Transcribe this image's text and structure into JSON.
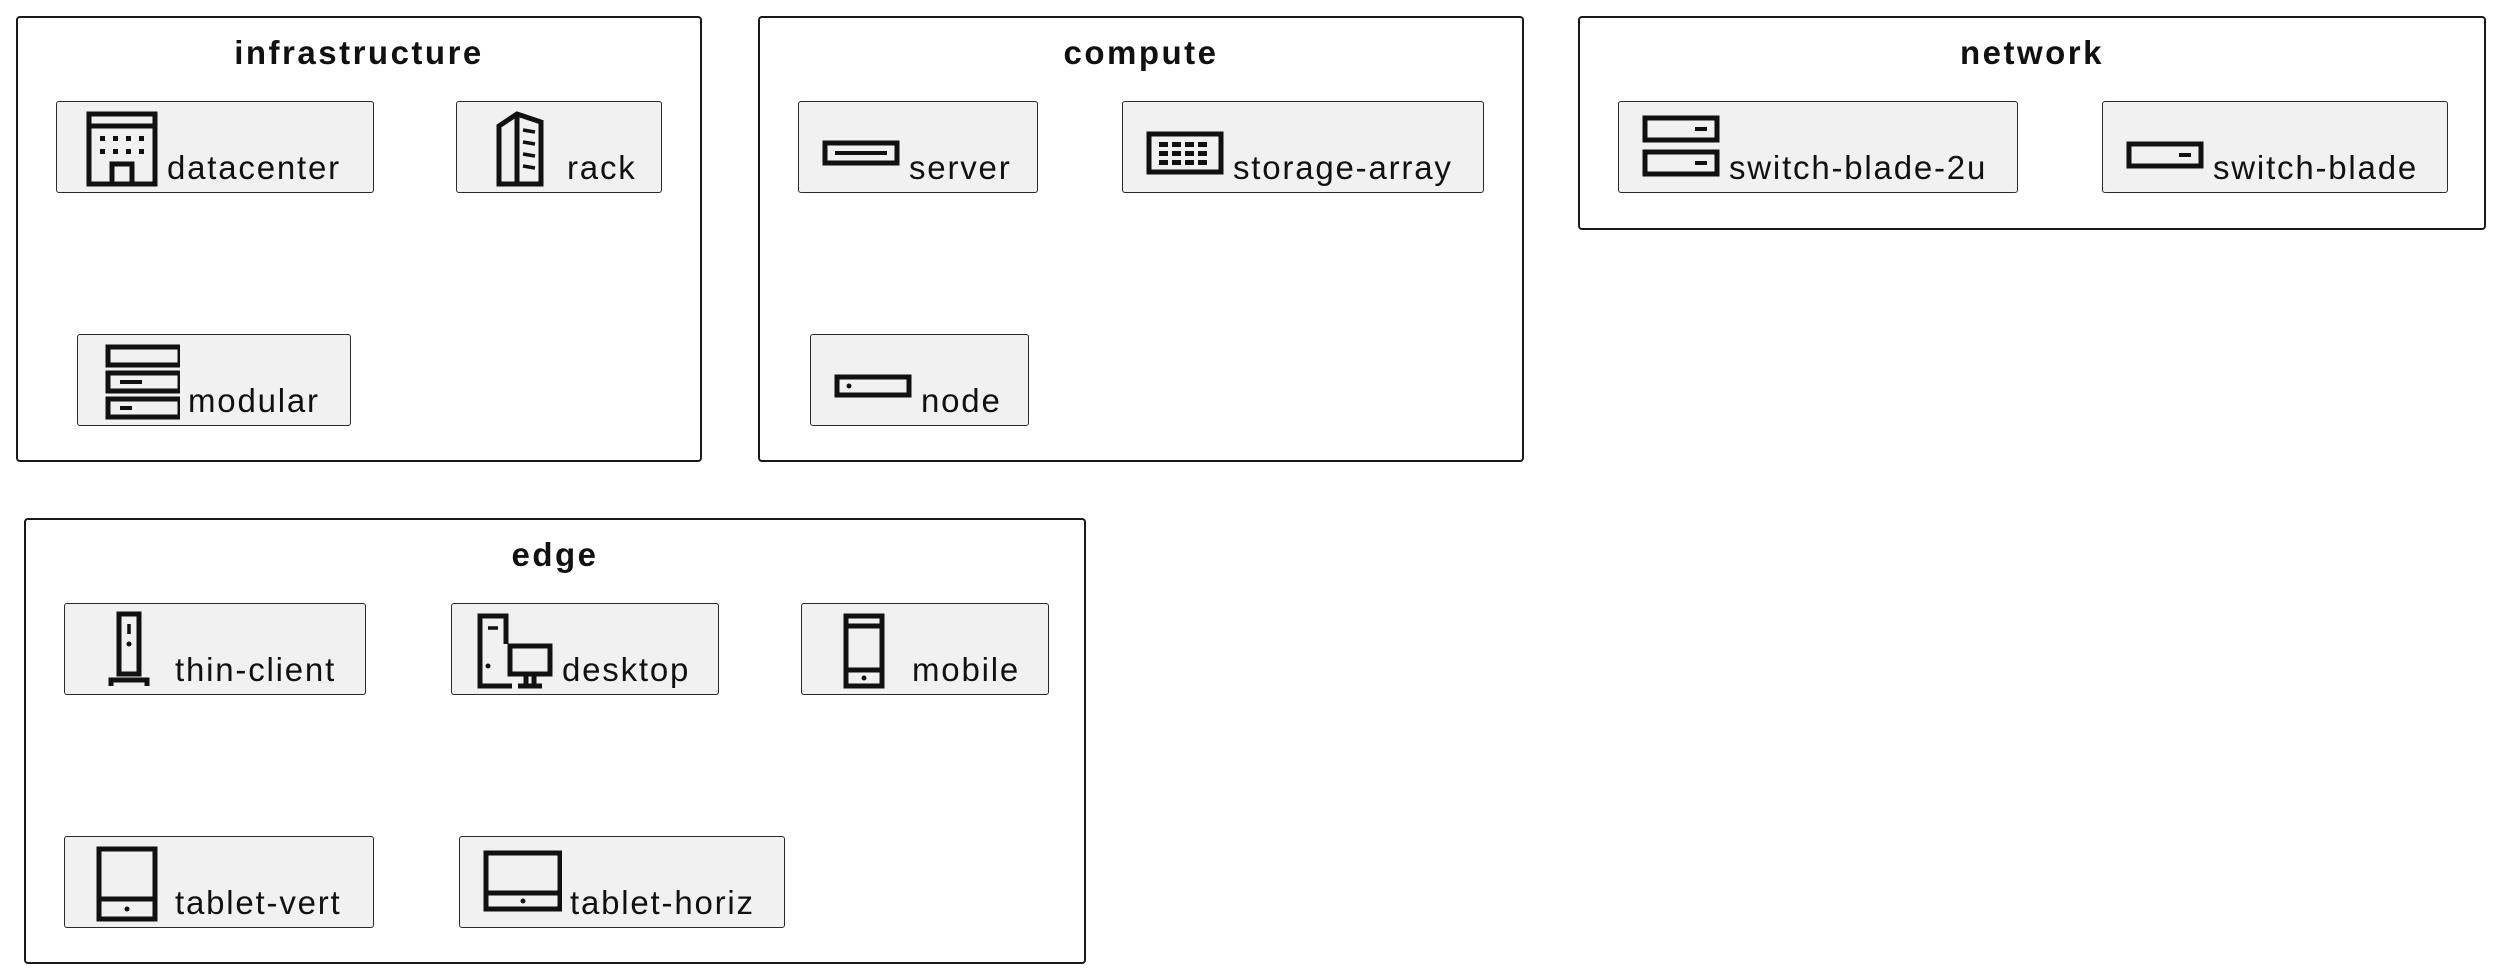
{
  "packages": {
    "infrastructure": {
      "title": "infrastructure",
      "nodes": {
        "datacenter": "datacenter",
        "rack": "rack",
        "modular": "modular"
      }
    },
    "compute": {
      "title": "compute",
      "nodes": {
        "server": "server",
        "storage_array": "storage-array",
        "node": "node"
      }
    },
    "network": {
      "title": "network",
      "nodes": {
        "switch_blade_2u": "switch-blade-2u",
        "switch_blade": "switch-blade"
      }
    },
    "edge": {
      "title": "edge",
      "nodes": {
        "thin_client": "thin-client",
        "desktop": "desktop",
        "mobile": "mobile",
        "tablet_vert": "tablet-vert",
        "tablet_horiz": "tablet-horiz"
      }
    }
  },
  "icons": {
    "datacenter": "building-icon",
    "rack": "rack-tower-icon",
    "modular": "modular-stack-icon",
    "server": "server-blade-icon",
    "storage_array": "storage-array-icon",
    "node": "node-box-icon",
    "switch_blade_2u": "switch-2u-icon",
    "switch_blade": "switch-icon",
    "thin_client": "thin-client-icon",
    "desktop": "desktop-icon",
    "mobile": "mobile-icon",
    "tablet_vert": "tablet-vertical-icon",
    "tablet_horiz": "tablet-horizontal-icon"
  },
  "colors": {
    "node_fill": "#f1f1f1",
    "border": "#1a1a1a",
    "icon": "#111111",
    "background": "#ffffff"
  }
}
